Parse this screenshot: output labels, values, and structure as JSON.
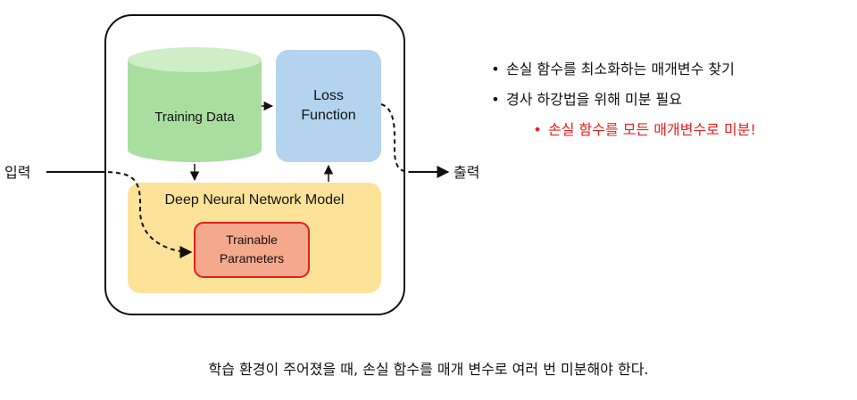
{
  "diagram": {
    "training_data_label": "Training Data",
    "loss_function_line1": "Loss",
    "loss_function_line2": "Function",
    "model_label": "Deep Neural Network Model",
    "params_line1": "Trainable",
    "params_line2": "Parameters",
    "input_label": "입력",
    "output_label": "출력"
  },
  "bullets": [
    {
      "text": "손실 함수를 최소화하는 매개변수 찾기",
      "level": 1,
      "color": "#111111"
    },
    {
      "text": "경사 하강법을 위해 미분 필요",
      "level": 1,
      "color": "#111111"
    },
    {
      "text": "손실 함수를 모든 매개변수로 미분!",
      "level": 2,
      "color": "#e82020"
    }
  ],
  "bullet_glyph": "•",
  "caption": "학습 환경이 주어졌을 때, 손실 함수를 매개 변수로 여러 번 미분해야 한다.",
  "colors": {
    "training_data_fill": "#a9dea0",
    "training_data_top": "#cdeec6",
    "loss_fill": "#b3d3ef",
    "model_fill": "#fde39a",
    "params_fill": "#f5a98c",
    "params_border": "#e02020",
    "highlight_text": "#e82020"
  }
}
